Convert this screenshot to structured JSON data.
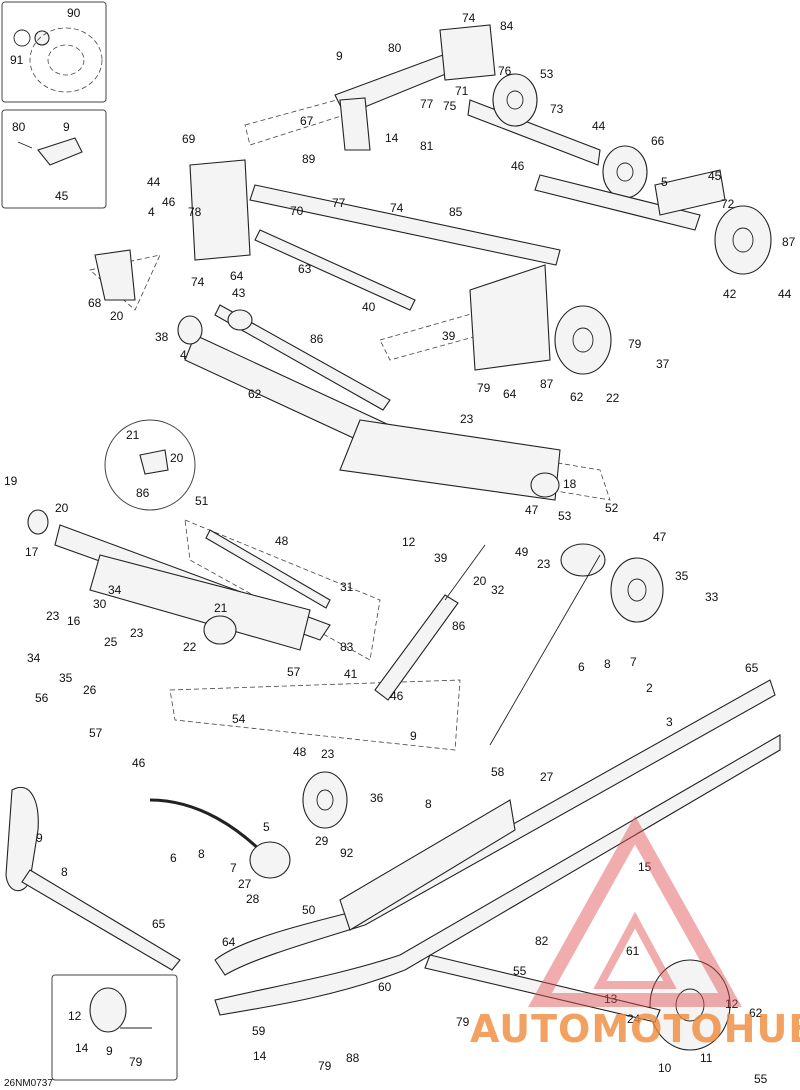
{
  "diagram": {
    "drawing_code": "26NM0737",
    "watermark": {
      "text": "AUTOMOTOHUB",
      "color_primary": "#f08a3a",
      "color_accent": "#e05050"
    },
    "callouts": [
      "90",
      "91",
      "74",
      "84",
      "9",
      "80",
      "53",
      "76",
      "77",
      "75",
      "71",
      "73",
      "44",
      "67",
      "14",
      "81",
      "80",
      "9",
      "45",
      "69",
      "66",
      "89",
      "46",
      "44",
      "78",
      "70",
      "77",
      "74",
      "85",
      "5",
      "45",
      "4",
      "46",
      "72",
      "74",
      "64",
      "63",
      "87",
      "44",
      "42",
      "68",
      "20",
      "40",
      "43",
      "86",
      "39",
      "38",
      "4",
      "62",
      "79",
      "87",
      "64",
      "62",
      "79",
      "37",
      "22",
      "23",
      "21",
      "20",
      "86",
      "18",
      "19",
      "20",
      "17",
      "51",
      "48",
      "47",
      "12",
      "39",
      "49",
      "53",
      "52",
      "47",
      "23",
      "20",
      "32",
      "31",
      "34",
      "30",
      "23",
      "16",
      "23",
      "22",
      "21",
      "83",
      "57",
      "86",
      "35",
      "33",
      "34",
      "35",
      "25",
      "26",
      "56",
      "57",
      "54",
      "48",
      "23",
      "46",
      "41",
      "9",
      "8",
      "6",
      "8",
      "7",
      "2",
      "3",
      "65",
      "58",
      "27",
      "36",
      "46",
      "5",
      "29",
      "92",
      "9",
      "8",
      "6",
      "8",
      "7",
      "27",
      "28",
      "50",
      "65",
      "15",
      "82",
      "64",
      "61",
      "55",
      "13",
      "24",
      "60",
      "79",
      "12",
      "62",
      "59",
      "88",
      "55",
      "10",
      "11",
      "12",
      "14",
      "9",
      "79"
    ]
  }
}
